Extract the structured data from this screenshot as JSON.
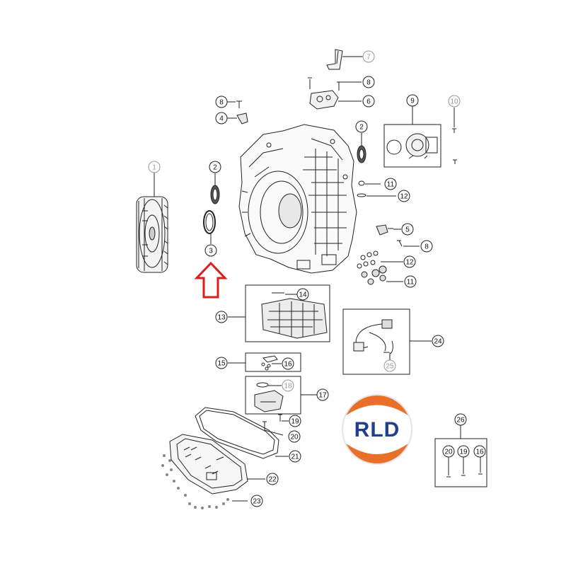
{
  "callouts": {
    "c1": "1",
    "c2a": "2",
    "c2b": "2",
    "c3": "3",
    "c4": "4",
    "c5": "5",
    "c6": "6",
    "c7": "7",
    "c8a": "8",
    "c8b": "8",
    "c8c": "8",
    "c9": "9",
    "c10": "10",
    "c11a": "11",
    "c11b": "11",
    "c12a": "12",
    "c12b": "12",
    "c13": "13",
    "c14": "14",
    "c15": "15",
    "c16a": "16",
    "c16b": "16",
    "c17": "17",
    "c18": "18",
    "c19a": "19",
    "c19b": "19",
    "c20a": "20",
    "c20b": "20",
    "c21": "21",
    "c22": "22",
    "c23": "23",
    "c24": "24",
    "c25": "25",
    "c26": "26"
  },
  "logo": {
    "text": "RLD"
  },
  "colors": {
    "line": "#222222",
    "gray_callout": "#999999",
    "arrow": "#d81e1e",
    "logo_orange": "#e8702a",
    "logo_blue": "#1f3f8f"
  },
  "icons": {
    "highlight_arrow": "up-arrow-outline-icon"
  }
}
